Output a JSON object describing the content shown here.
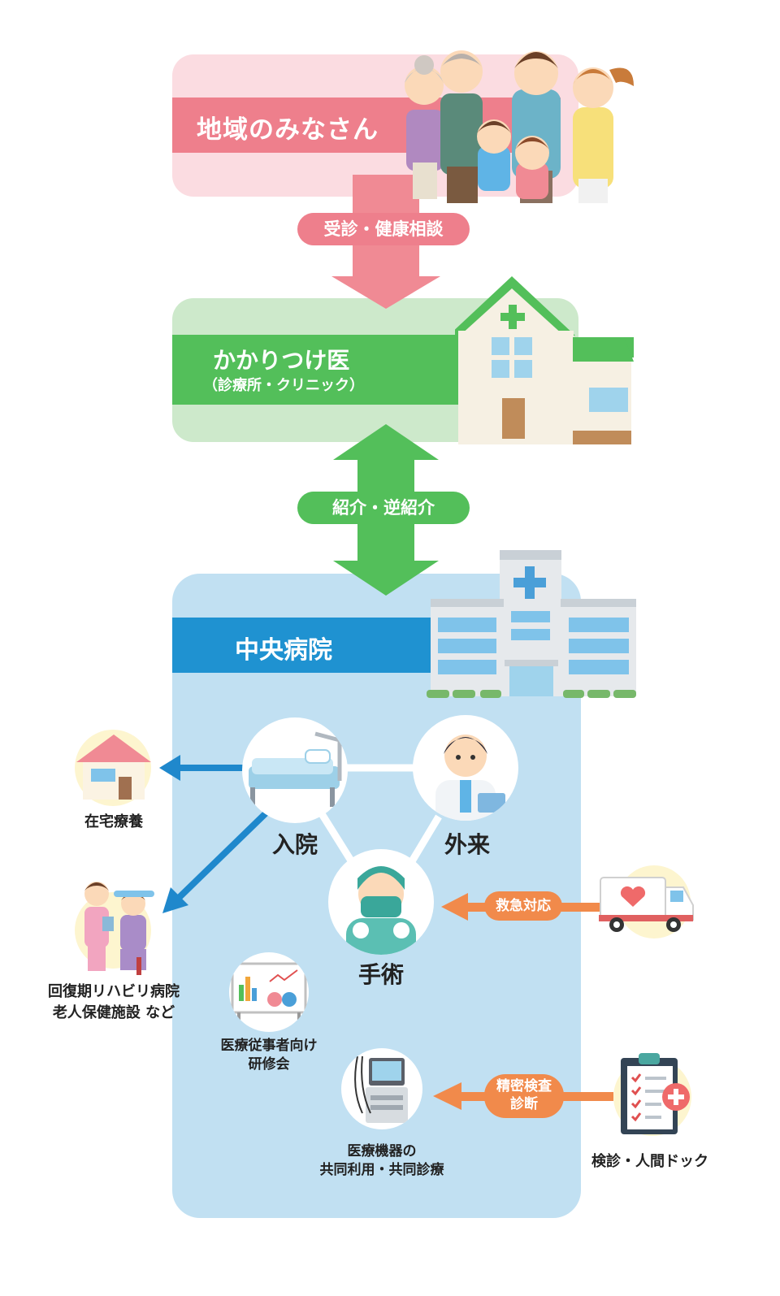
{
  "community": {
    "title": "地域のみなさん",
    "color": "#ee7f8c"
  },
  "flow1": {
    "label": "受診・健康相談"
  },
  "clinic": {
    "title": "かかりつけ医",
    "subtitle": "（診療所・クリニック）",
    "color": "#53bf5a"
  },
  "flow2": {
    "label": "紹介・逆紹介"
  },
  "hospital": {
    "title": "中央病院",
    "color": "#1f92d1"
  },
  "nodes": {
    "inpatient": "入院",
    "outpatient": "外来",
    "surgery": "手術"
  },
  "outcomes": {
    "home": "在宅療養",
    "rehab_line1": "回復期リハビリ病院",
    "rehab_line2": "老人保健施設 など"
  },
  "emergency": {
    "label": "救急対応"
  },
  "training": {
    "line1": "医療従事者向け",
    "line2": "研修会"
  },
  "equipment": {
    "line1": "医療機器の",
    "line2": "共同利用・共同診療"
  },
  "checkup": {
    "pill_line1": "精密検査",
    "pill_line2": "診断",
    "label": "検診・人間ドック"
  },
  "accent": {
    "orange": "#f18a4b",
    "blue_arrow": "#1f88cc"
  }
}
